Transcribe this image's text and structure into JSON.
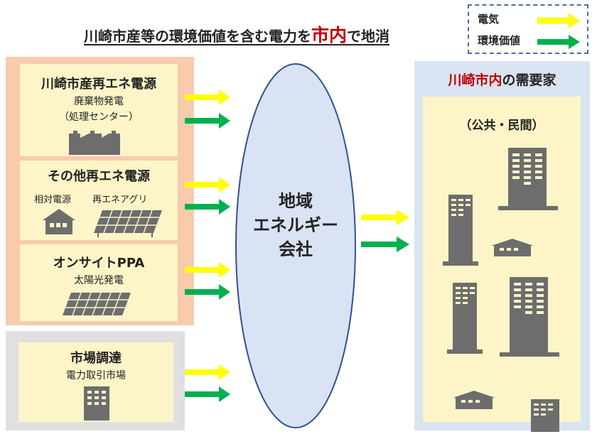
{
  "title": {
    "prefix": "川崎市産等の環境価値を含む電力を",
    "highlight": "市内",
    "suffix": "で地消"
  },
  "legend": {
    "electricity": "電気",
    "env_value": "環境価値",
    "electricity_color": "#ffff00",
    "env_value_color": "#00b050"
  },
  "sources": {
    "kawasaki": {
      "title": "川崎市産再エネ電源",
      "sub1": "廃棄物発電",
      "sub2": "（処理センター）"
    },
    "other": {
      "title": "その他再エネ電源",
      "label1": "相対電源",
      "label2": "再エネアグリ"
    },
    "onsite": {
      "title": "オンサイトPPA",
      "sub": "太陽光発電"
    },
    "market": {
      "title": "市場調達",
      "sub": "電力取引市場"
    }
  },
  "center": {
    "line1": "地域",
    "line2": "エネルギー",
    "line3": "会社",
    "fill": "#dae3f3",
    "stroke": "#2f528f"
  },
  "consumers": {
    "title_red": "川崎市内",
    "title_rest": "の需要家",
    "sub": "（公共・民間）"
  },
  "colors": {
    "left_group": "#f8cbad",
    "card": "#fdf5c8",
    "market_group": "#e0e0e0",
    "right_group": "#d9e4f2",
    "building": "#6d6d6d"
  }
}
